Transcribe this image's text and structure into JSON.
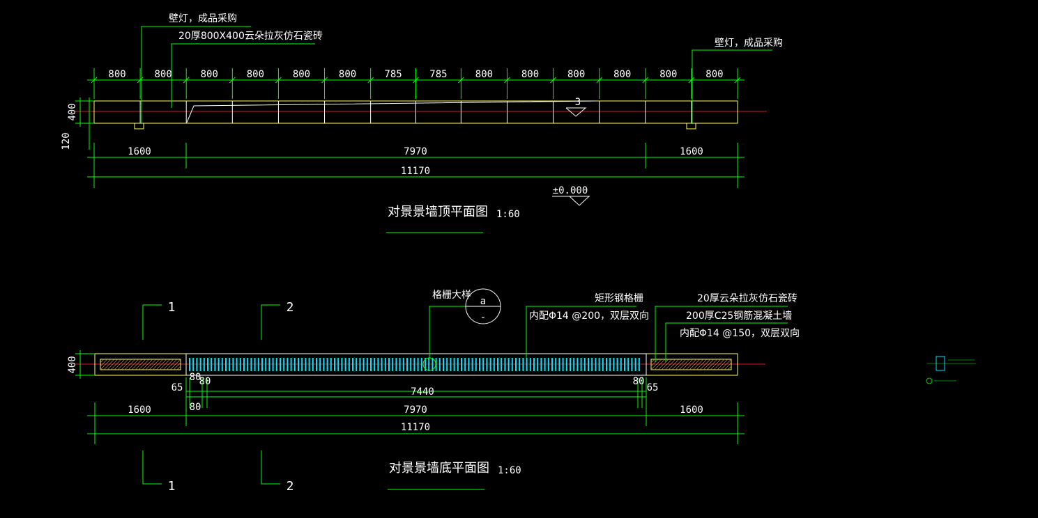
{
  "top_plan": {
    "title": "对景景墙顶平面图",
    "scale": "1:60",
    "callout_lamp_left": "壁灯，成品采购",
    "callout_tile": "20厚800X400云朵拉灰仿石瓷砖",
    "callout_lamp_right": "壁灯，成品采购",
    "top_dims": [
      "800",
      "800",
      "800",
      "800",
      "800",
      "800",
      "785",
      "785",
      "800",
      "800",
      "800",
      "800",
      "800",
      "800"
    ],
    "side_dim_width": "400",
    "side_dim_offset": "120",
    "mid_dims": [
      "1600",
      "7970",
      "1600"
    ],
    "total_dim": "11170",
    "level_label": "±0.000",
    "section_mark": "3"
  },
  "bottom_plan": {
    "title": "对景景墙底平面图",
    "scale": "1:60",
    "grate_detail_label": "格栅大样",
    "detail_bubble_top": "a",
    "detail_bubble_bottom": "-",
    "grate_label": "矩形钢格栅",
    "grate_rebar": "内配Φ14 @200，双层双向",
    "tile_label": "20厚云朵拉灰仿石瓷砖",
    "wall_label": "200厚C25钢筋混凝土墙",
    "wall_rebar": "内配Φ14 @150，双层双向",
    "section_marks": [
      "1",
      "2",
      "1",
      "2"
    ],
    "side_dim_width": "400",
    "small_dims": [
      "65",
      "80",
      "80",
      "80",
      "80",
      "65"
    ],
    "grate_dim": "7440",
    "mid_dims": [
      "1600",
      "7970",
      "1600"
    ],
    "total_dim": "11170"
  },
  "colors": {
    "background": "#000000",
    "dimension": "#00ff00",
    "outline": "#ffff66",
    "center_line": "#cc2222",
    "grate": "#00e5ff",
    "text": "#ffffff"
  }
}
